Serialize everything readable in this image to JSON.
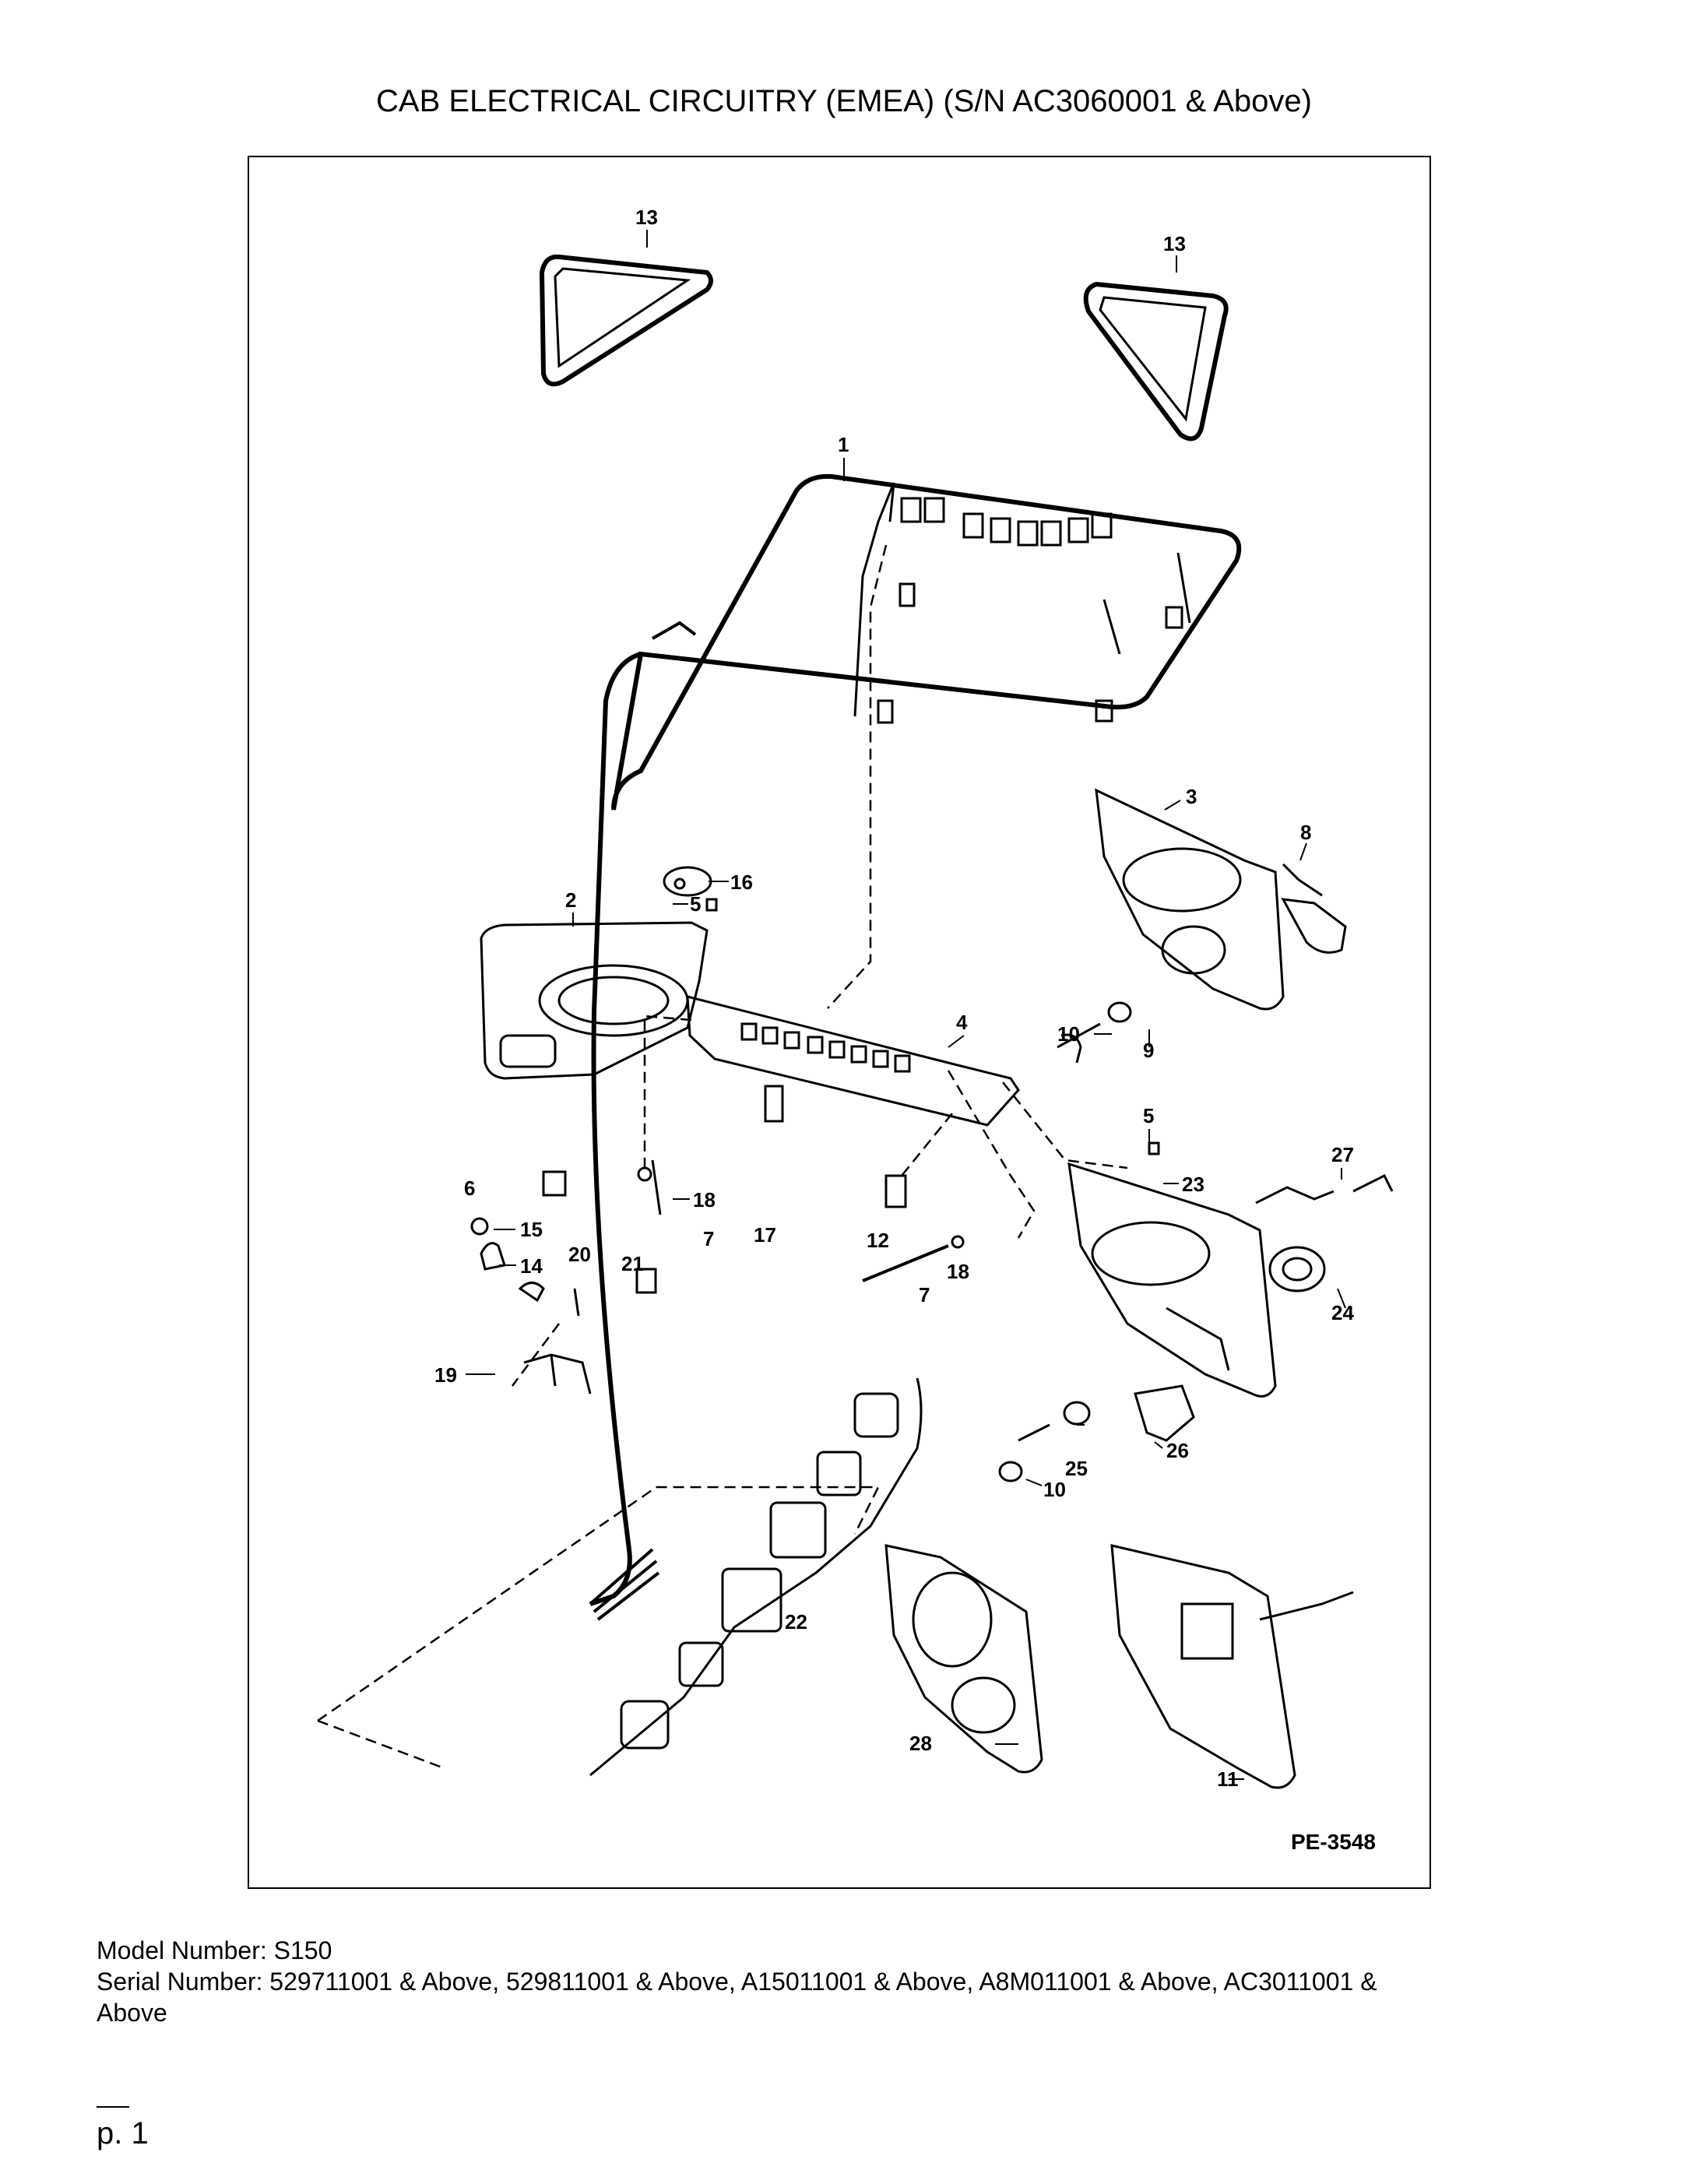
{
  "title": "CAB ELECTRICAL CIRCUITRY (EMEA) (S/N AC3060001 & Above)",
  "figure_id": "PE-3548",
  "callouts": {
    "c1": "1",
    "c2": "2",
    "c3": "3",
    "c4": "4",
    "c5a": "5",
    "c5b": "5",
    "c6": "6",
    "c7a": "7",
    "c7b": "7",
    "c8": "8",
    "c9": "9",
    "c10a": "10",
    "c10b": "10",
    "c11": "11",
    "c12": "12",
    "c13a": "13",
    "c13b": "13",
    "c14": "14",
    "c15": "15",
    "c16": "16",
    "c17": "17",
    "c18a": "18",
    "c18b": "18",
    "c19": "19",
    "c20": "20",
    "c21": "21",
    "c22": "22",
    "c23": "23",
    "c24": "24",
    "c25": "25",
    "c26": "26",
    "c27": "27",
    "c28": "28"
  },
  "footer": {
    "model": "Model Number: S150",
    "serial_line1": "Serial Number: 529711001 & Above, 529811001 & Above, A15011001 & Above, A8M011001 & Above, AC3011001 &",
    "serial_line2": "Above",
    "page": "p. 1"
  }
}
